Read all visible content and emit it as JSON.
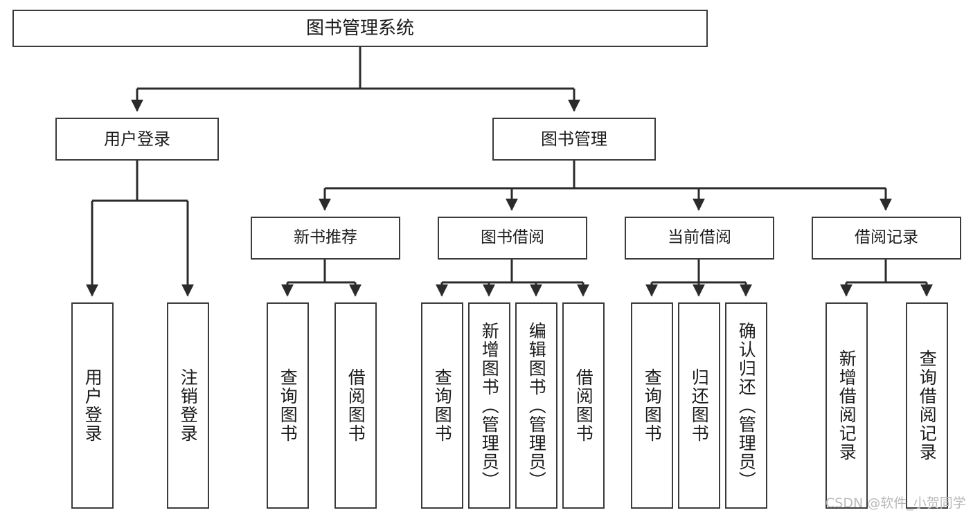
{
  "diagram": {
    "title": "图书管理系统",
    "type": "tree",
    "watermark": "CSDN @软件_小贺同学",
    "colors": {
      "stroke": "#3b3b3b",
      "edge": "#2b2b2b",
      "text": "#1b1b1b",
      "background": "#ffffff",
      "watermark": "#b9b9b9"
    },
    "root": {
      "label": "图书管理系统"
    },
    "level2": [
      {
        "label": "用户登录"
      },
      {
        "label": "图书管理"
      }
    ],
    "level3": [
      {
        "label": "新书推荐"
      },
      {
        "label": "图书借阅"
      },
      {
        "label": "当前借阅"
      },
      {
        "label": "借阅记录"
      }
    ],
    "leaves": {
      "user_login": [
        {
          "label": "用户登录"
        },
        {
          "label": "注销登录"
        }
      ],
      "new_book_recommend": [
        {
          "label": "查询图书"
        },
        {
          "label": "借阅图书"
        }
      ],
      "book_borrow": [
        {
          "label": "查询图书"
        },
        {
          "label": "新增图书（管理员）"
        },
        {
          "label": "编辑图书（管理员）"
        },
        {
          "label": "借阅图书"
        }
      ],
      "current_borrow": [
        {
          "label": "查询图书"
        },
        {
          "label": "归还图书"
        },
        {
          "label": "确认归还（管理员）"
        }
      ],
      "borrow_record": [
        {
          "label": "新增借阅记录"
        },
        {
          "label": "查询借阅记录"
        }
      ]
    }
  }
}
